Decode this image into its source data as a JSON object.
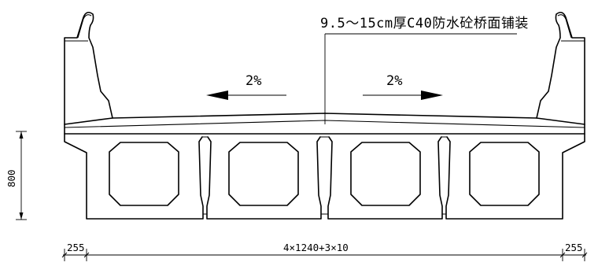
{
  "pavement_note": "9.5～15cm厚C40防水砼桥面铺装",
  "slope_left": "2%",
  "slope_right": "2%",
  "height_dim": "800",
  "left_edge_dim": "255",
  "middle_dim": "4×1240+3×10",
  "right_edge_dim": "255"
}
